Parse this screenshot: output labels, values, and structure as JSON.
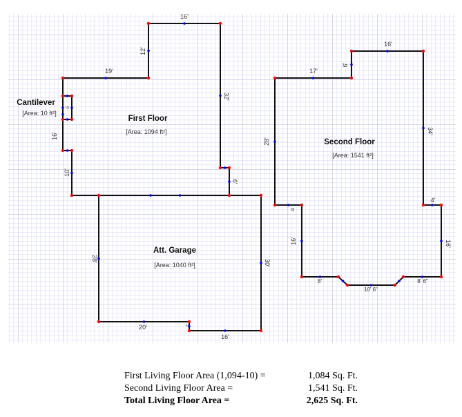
{
  "rooms": {
    "first_floor": {
      "name": "First Floor",
      "area": "[Area: 1094 ft²]",
      "dims": [
        "16'",
        "12'",
        "19'",
        "32'",
        "6'",
        "10'",
        "16'",
        "5'"
      ]
    },
    "cantilever": {
      "name": "Cantilever",
      "area": "[Area: 10 ft²]"
    },
    "garage": {
      "name": "Att. Garage",
      "area": "[Area: 1040 ft²]",
      "dims": [
        "28'",
        "30'",
        "20'",
        "16'",
        "2'"
      ]
    },
    "second_floor": {
      "name": "Second Floor",
      "area": "[Area: 1541 ft²]",
      "dims": [
        "16'",
        "6'",
        "17'",
        "28'",
        "34'",
        "4'",
        "6'",
        "16'",
        "16'",
        "8'",
        "10' 6\"",
        "8' 6\""
      ]
    }
  },
  "summary": [
    {
      "label": "First Living Floor Area (1,094-10) =",
      "value": "1,084 Sq. Ft."
    },
    {
      "label": "Second Living Floor Area =",
      "value": "1,541 Sq. Ft."
    },
    {
      "label": "Total Living Floor Area =",
      "value": "2,625 Sq. Ft."
    }
  ],
  "colors": {
    "wall": "#111111",
    "vertex": "#ff0000",
    "midpoint": "#0000ff",
    "grid_minor": "#dcdcf8",
    "grid_major": "#b8b8dc"
  }
}
